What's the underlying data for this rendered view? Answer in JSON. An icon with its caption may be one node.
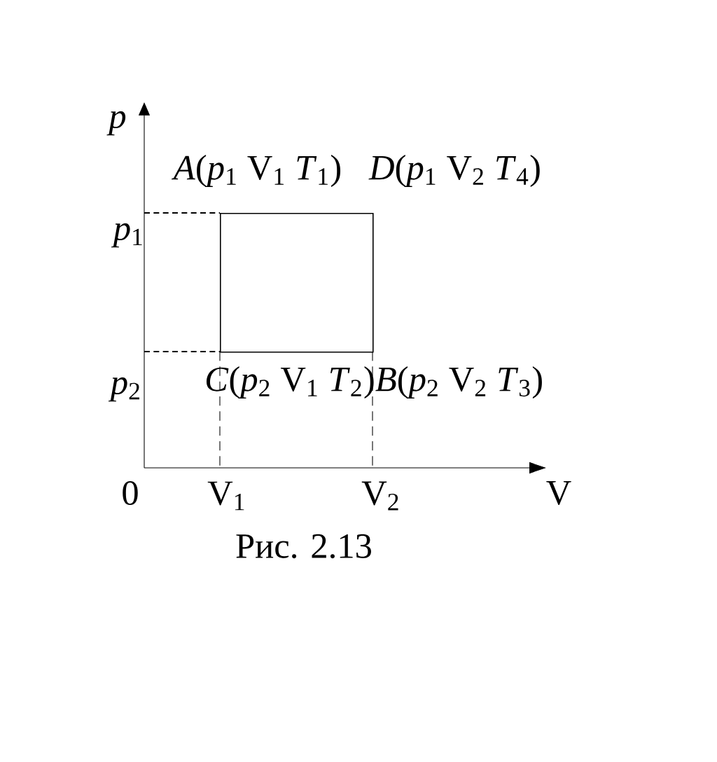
{
  "diagram": {
    "caption": "Рис. 2.13",
    "nodes": [
      {
        "text": [],
        "shape": "box"
      }
    ],
    "labels": [
      "*p*",
      "*A*(*p*$_{1}$ V$_{1}$ *T*$_{1}$)",
      "*D*(*p*$_{1}$ V$_{2}$ *T*$_{4}$)",
      "*p*$_{1}$",
      "*p*$_{2}$",
      "*C*(*p*$_{2}$ V$_{1}$ *T*$_{2}$)",
      "*B*(*p*$_{2}$ V$_{2}$ *T*$_{3}$)",
      "0",
      "V$_{1}$",
      "V$_{2}$",
      "V"
    ]
  }
}
